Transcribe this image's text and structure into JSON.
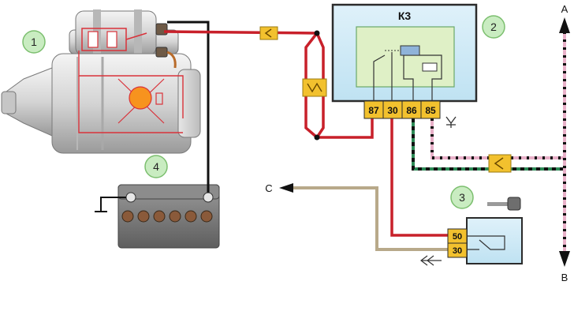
{
  "callouts": {
    "starter": "1",
    "relay": "2",
    "ignition_switch": "3",
    "battery": "4"
  },
  "relay": {
    "title": "К3",
    "pins": [
      "87",
      "30",
      "86",
      "85"
    ]
  },
  "ignition_switch": {
    "pins": [
      "50",
      "30"
    ]
  },
  "terminals": {
    "a": "A",
    "b": "B",
    "c": "C"
  },
  "colors": {
    "red_wire": "#c8202a",
    "black_wire": "#111111",
    "tan_wire": "#b8a98a",
    "green_wire": "#2e8b57",
    "pink_wire": "#e8b0c8",
    "relay_fill": "#cfe9f6",
    "relay_inner": "#dff0c6",
    "pin_fill": "#f2c12e",
    "callout_fill": "#c9ecc1",
    "callout_stroke": "#7cbf6f"
  }
}
